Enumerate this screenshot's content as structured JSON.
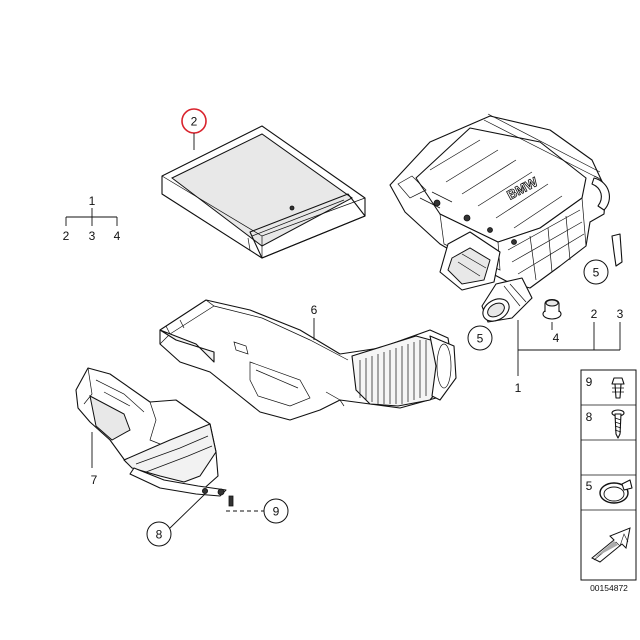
{
  "callouts": {
    "filter_highlight": "2",
    "group_top": {
      "parent": "1",
      "children": [
        "2",
        "3",
        "4"
      ]
    },
    "intake_pipe": "6",
    "air_duct": "7",
    "screw": "8",
    "clip": "9",
    "clamp_upper": "5",
    "clamp_lower": "5",
    "grommet": "4",
    "group_right": {
      "parent": "1",
      "children": [
        "2",
        "3"
      ]
    }
  },
  "housing_logo": "BMW",
  "legend": {
    "items": [
      {
        "number": "9",
        "icon": "clip-icon"
      },
      {
        "number": "8",
        "icon": "screw-icon"
      },
      {
        "number": "5",
        "icon": "hose-clamp-icon"
      }
    ],
    "arrow_icon": "direction-arrow-icon"
  },
  "diagram_id": "00154872",
  "colors": {
    "highlight": "#d9232d",
    "line": "#111111"
  }
}
